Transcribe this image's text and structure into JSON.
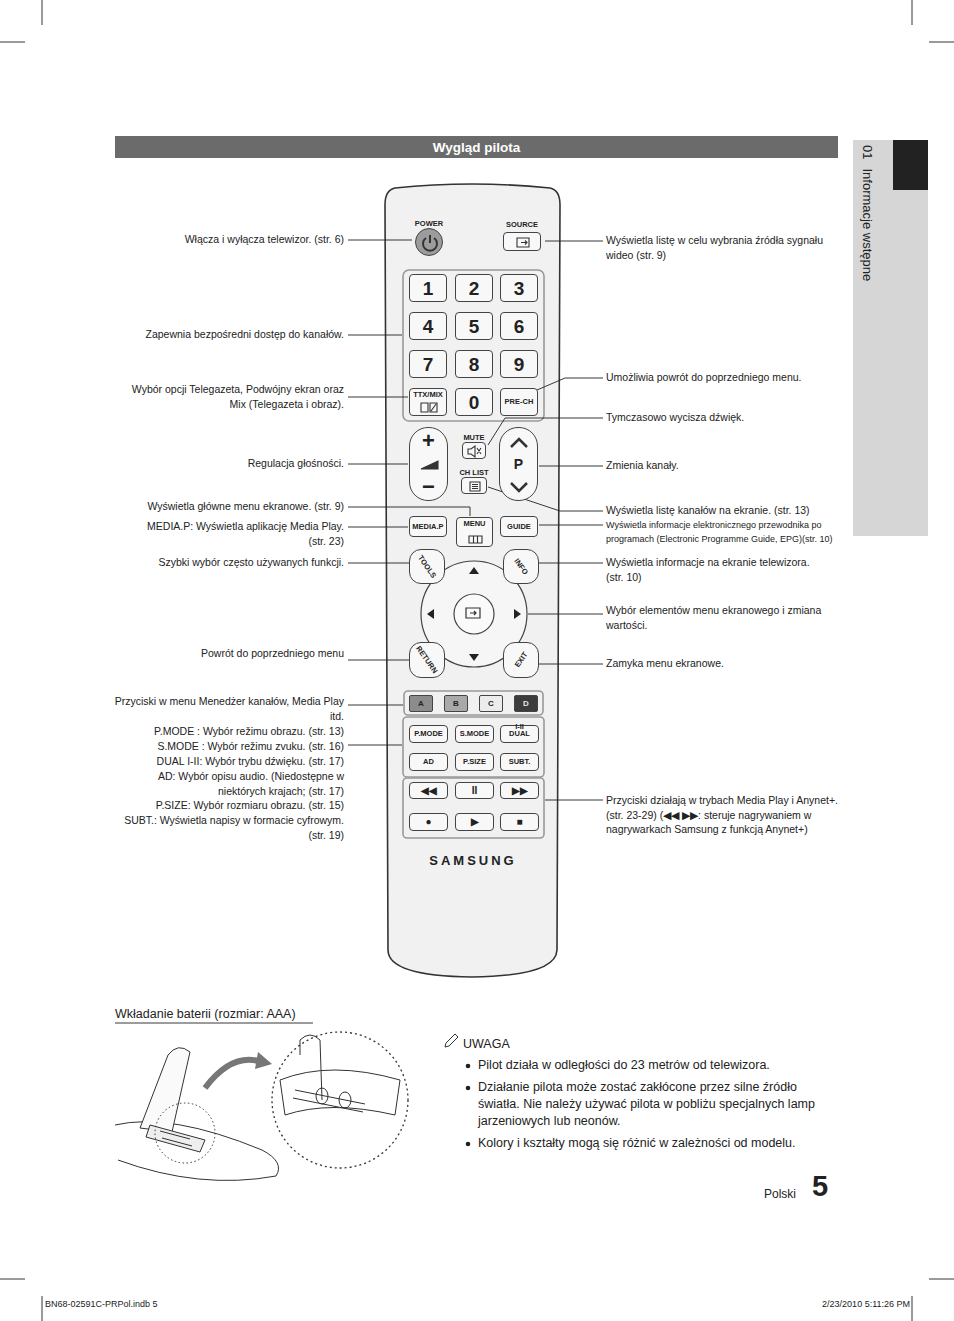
{
  "diagram": {
    "title": "Wygląd pilota",
    "nodes": [
      {
        "text": [
          "01",
          "Informacje wstępne"
        ]
      },
      {
        "text": [
          "SAMSUNG"
        ]
      },
      {
        "text": [
          "POWER"
        ],
        "in": 1
      },
      {
        "text": [
          "SOURCE"
        ],
        "in": 1
      },
      {
        "text": [
          "1"
        ],
        "in": 1
      },
      {
        "text": [
          "2"
        ],
        "in": 1
      },
      {
        "text": [
          "3"
        ],
        "in": 1
      },
      {
        "text": [
          "4"
        ],
        "in": 1
      },
      {
        "text": [
          "5"
        ],
        "in": 1
      },
      {
        "text": [
          "6"
        ],
        "in": 1
      },
      {
        "text": [
          "7"
        ],
        "in": 1
      },
      {
        "text": [
          "8"
        ],
        "in": 1
      },
      {
        "text": [
          "9"
        ],
        "in": 1
      },
      {
        "text": [
          "TTX/MIX"
        ],
        "in": 1
      },
      {
        "text": [
          "0"
        ],
        "in": 1
      },
      {
        "text": [
          "PRE-CH"
        ],
        "in": 1
      },
      {
        "text": [
          "+",
          "−"
        ],
        "in": 1
      },
      {
        "text": [
          "MUTE"
        ],
        "in": 1
      },
      {
        "text": [
          "CH LIST"
        ],
        "in": 1
      },
      {
        "text": [
          "P"
        ],
        "in": 1
      },
      {
        "text": [
          "MEDIA.P"
        ],
        "in": 1
      },
      {
        "text": [
          "MENU"
        ],
        "in": 1
      },
      {
        "text": [
          "GUIDE"
        ],
        "in": 1
      },
      {
        "text": [
          "TOOLS"
        ],
        "in": 1
      },
      {
        "text": [
          "INFO"
        ],
        "in": 1
      },
      {
        "text": [
          "RETURN"
        ],
        "in": 1
      },
      {
        "text": [
          "EXIT"
        ],
        "in": 1
      },
      {
        "text": [
          "A"
        ],
        "in": 1
      },
      {
        "text": [
          "B"
        ],
        "in": 1
      },
      {
        "text": [
          "C"
        ],
        "in": 1
      },
      {
        "text": [
          "D"
        ],
        "in": 1
      },
      {
        "text": [
          "P.MODE"
        ],
        "in": 1
      },
      {
        "text": [
          "S.MODE"
        ],
        "in": 1
      },
      {
        "text": [
          "I-II",
          "DUAL"
        ],
        "in": 1
      },
      {
        "text": [
          "AD"
        ],
        "in": 1
      },
      {
        "text": [
          "P.SIZE"
        ],
        "in": 1
      },
      {
        "text": [
          "SUBT."
        ],
        "in": 1
      },
      {
        "text": [
          "◀◀"
        ],
        "in": 1
      },
      {
        "text": [
          "II"
        ],
        "in": 1
      },
      {
        "text": [
          "▶▶"
        ],
        "in": 1
      },
      {
        "text": [
          "●"
        ],
        "in": 1
      },
      {
        "text": [
          "▶"
        ],
        "in": 1
      },
      {
        "text": [
          "■"
        ],
        "in": 1
      }
    ],
    "labels": [
      "Włącza i wyłącza telewizor. (str. 6)",
      "Zapewnia bezpośredni dostęp do kanałów.",
      "Wybór opcji Telegazeta, Podwójny ekran oraz Mix (Telegazeta i obraz).",
      "Regulacja głośności.",
      "Wyświetla główne menu ekranowe. (str. 9)",
      "MEDIA.P: Wyświetla aplikację Media Play. (str. 23)",
      "Szybki wybór często używanych funkcji.",
      "Powrót do poprzedniego menu",
      "Przyciski w menu Menedżer kanałów, Media Play itd.",
      "P.MODE : Wybór režimu obrazu. (str. 13)",
      "S.MODE : Wybór režimu zvuku. (str. 16)",
      "DUAL I-II: Wybór trybu dźwięku. (str. 17)",
      "AD: Wybór opisu audio. (Niedostępne w niektórych krajach; (str. 17)",
      "P.SIZE: Wybór rozmiaru obrazu. (str. 15)",
      "SUBT.: Wyświetla napisy w formacie cyfrowym. (str. 19)",
      "Wyświetla listę w celu wybrania źródła sygnału wideo (str. 9)",
      "Umożliwia powrót do poprzedniego menu.",
      "Tymczasowo wycisza dźwięk.",
      "Zmienia kanały.",
      "Wyświetla listę kanałów na ekranie. (str. 13)",
      "Wyświetla informacje elektronicznego przewodnika po programach (Electronic Programme Guide, EPG)(str. 10)",
      "Wyświetla informacje na ekranie telewizora. (str. 10)",
      "Wybór elementów menu ekranowego i zmiana wartości.",
      "Zamyka menu ekranowe.",
      "Przyciski działają w trybach Media Play i Anynet+. (str. 23-29) (◀◀ ▶▶: steruje nagrywaniem w nagrywarkach Samsung z funkcją Anynet+)",
      "Wkładanie baterii (rozmiar: AAA)",
      "UWAGA",
      "Pilot działa w odległości do 23 metrów od telewizora.",
      "Działanie pilota może zostać zakłócone przez silne źródło światła. Nie należy używać pilota w pobliżu specjalnych lamp jarzeniowych lub neonów.",
      "Kolory i kształty mogą się różnić w zależności od modelu.",
      "Polski",
      "5",
      "BN68-02591C-PRPol.indb 5",
      "2/23/2010 5:11:26 PM"
    ]
  }
}
